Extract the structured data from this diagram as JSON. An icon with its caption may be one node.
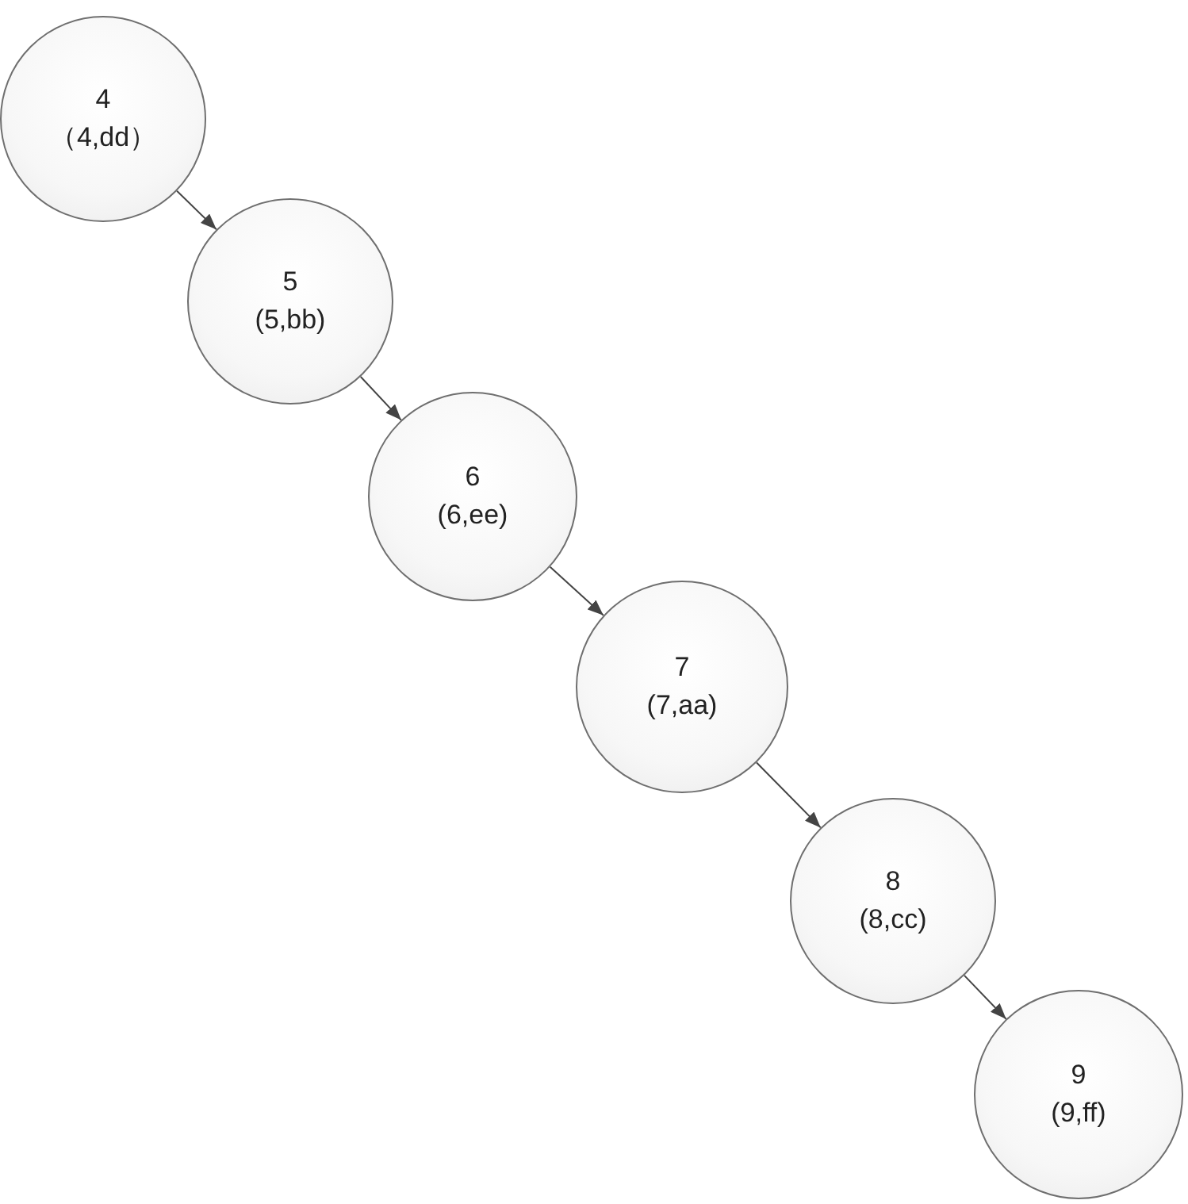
{
  "diagram": {
    "nodes": [
      {
        "text": [
          "4",
          "（4,dd）"
        ]
      },
      {
        "text": [
          "5",
          "(5,bb)"
        ]
      },
      {
        "text": [
          "6",
          "(6,ee)"
        ]
      },
      {
        "text": [
          "7",
          "(7,aa)"
        ]
      },
      {
        "text": [
          "8",
          "(8,cc)"
        ]
      },
      {
        "text": [
          "9",
          "(9,ff)"
        ]
      }
    ],
    "edges": [
      {
        "from": 0,
        "to": 1,
        "arrow": "to"
      },
      {
        "from": 1,
        "to": 2,
        "arrow": "to"
      },
      {
        "from": 2,
        "to": 3,
        "arrow": "to"
      },
      {
        "from": 3,
        "to": 4,
        "arrow": "to"
      },
      {
        "from": 4,
        "to": 5,
        "arrow": "to"
      }
    ]
  }
}
